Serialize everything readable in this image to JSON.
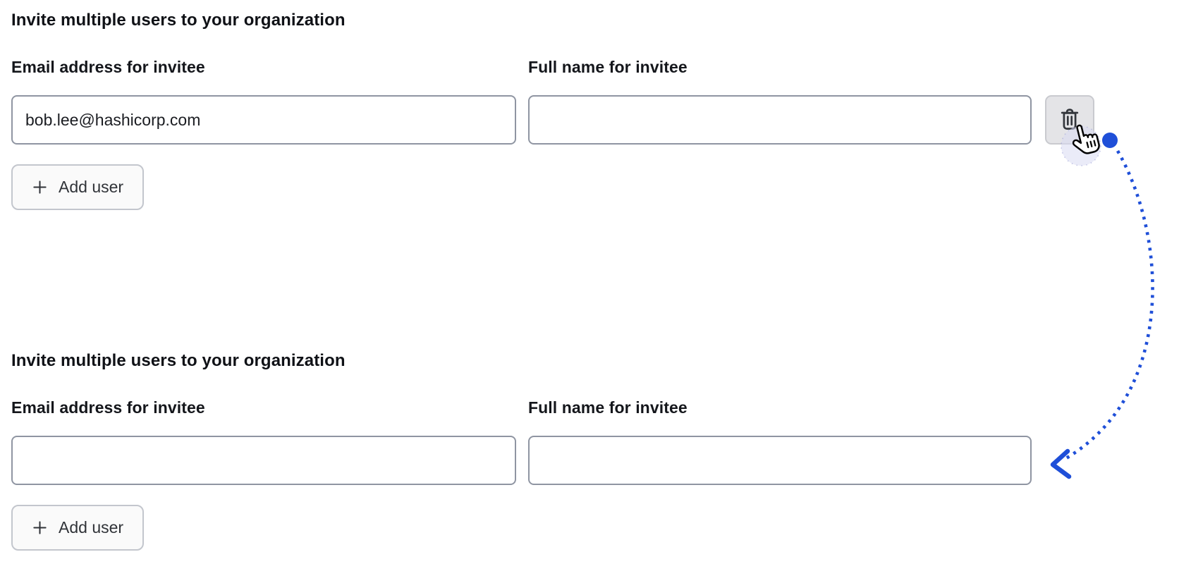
{
  "colors": {
    "annotation_blue": "#1f4fd8",
    "click_halo": "#d9daf2",
    "input_border": "#8f95a2",
    "icon_button_bg": "#e4e4e7",
    "add_button_bg": "#fafafa",
    "text_primary": "#14161b"
  },
  "forms": [
    {
      "heading": "Invite multiple users to your organization",
      "row": {
        "email_label": "Email address for invitee",
        "email_value": "bob.lee@hashicorp.com",
        "fullname_label": "Full name for invitee",
        "fullname_value": ""
      },
      "delete_button_icon": "trash-icon",
      "add_user_label": "Add user"
    },
    {
      "heading": "Invite multiple users to your organization",
      "row": {
        "email_label": "Email address for invitee",
        "email_value": "",
        "fullname_label": "Full name for invitee",
        "fullname_value": ""
      },
      "add_user_label": "Add user"
    }
  ],
  "annotation": {
    "description": "Hand cursor clicking the delete button; dotted blue arrow from click point curving down to the second form state",
    "cursor": "hand-pointer-cursor",
    "marker": "click-dot",
    "arrow": "dotted-curved-arrow"
  }
}
